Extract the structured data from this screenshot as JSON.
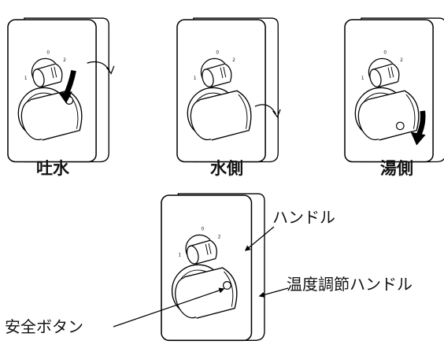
{
  "panels": [
    {
      "id": "spout",
      "caption": "吐水",
      "pos": [
        "0",
        "2",
        "1"
      ]
    },
    {
      "id": "cold",
      "caption": "水側",
      "pos": [
        "0",
        "2",
        "1"
      ]
    },
    {
      "id": "hot",
      "caption": "湯側",
      "pos": [
        "0",
        "2",
        "1"
      ]
    }
  ],
  "detail": {
    "pos": [
      "0",
      "2",
      "1"
    ],
    "callouts": {
      "handle": "ハンドル",
      "temp_handle": "温度調節ハンドル",
      "safety_button": "安全ボタン"
    }
  }
}
